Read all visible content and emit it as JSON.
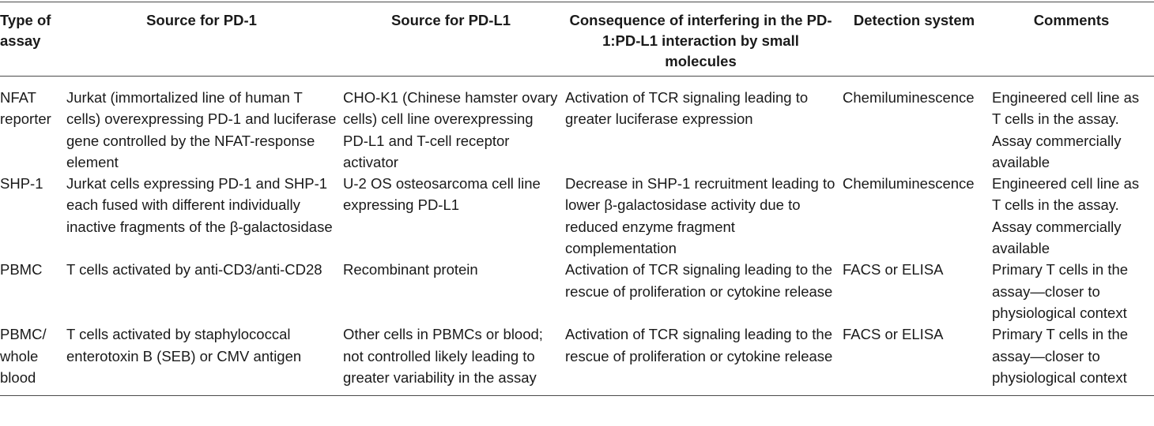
{
  "table": {
    "headers": [
      "Type of assay",
      "Source for PD-1",
      "Source for PD-L1",
      "Consequence of interfering in the PD-1:PD-L1 interaction by small molecules",
      "Detection system",
      "Comments"
    ],
    "rows": [
      [
        "NFAT reporter",
        "Jurkat (immortalized line of human T cells) overexpressing PD-1 and luciferase gene controlled by the NFAT-response element",
        "CHO-K1 (Chinese hamster ovary cells) cell line overexpressing PD-L1 and T-cell receptor activator",
        "Activation of TCR signaling leading to greater luciferase expression",
        "Chemiluminescence",
        "Engineered cell line as T cells in the assay. Assay commercially available"
      ],
      [
        "SHP-1",
        "Jurkat cells expressing PD-1 and SHP-1 each fused with different individually inactive fragments of the β-galactosidase",
        "U-2 OS osteosarcoma cell line expressing PD-L1",
        "Decrease in SHP-1 recruitment leading to lower β-galactosidase activity due to reduced enzyme fragment complementation",
        "Chemiluminescence",
        "Engineered cell line as T cells in the assay. Assay commercially available"
      ],
      [
        "PBMC",
        "T cells activated by anti-CD3/anti-CD28",
        "Recombinant protein",
        "Activation of TCR signaling leading to the rescue of proliferation or cytokine release",
        "FACS or ELISA",
        "Primary T cells in the assay—closer to physiological context"
      ],
      [
        "PBMC/ whole blood",
        "T cells activated by staphylococcal enterotoxin B (SEB) or CMV antigen",
        "Other cells in PBMCs or blood; not controlled likely leading to greater variability in the assay",
        "Activation of TCR signaling leading to the rescue of proliferation or cytokine release",
        "FACS or ELISA",
        "Primary T cells in the assay—closer to physiological context"
      ]
    ]
  }
}
